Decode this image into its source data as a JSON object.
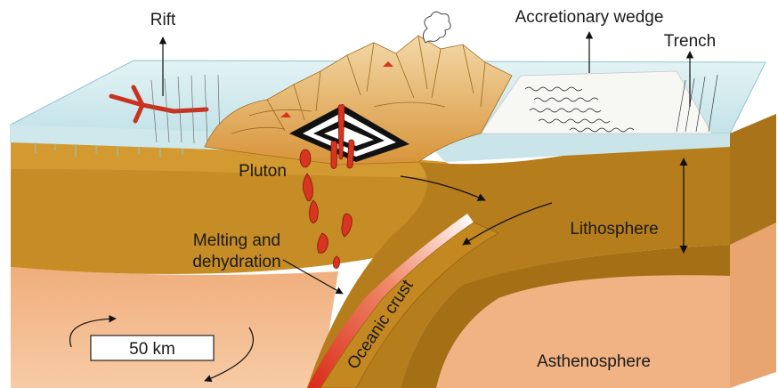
{
  "labels": {
    "rift": "Rift",
    "accretionary_wedge": "Accretionary wedge",
    "trench": "Trench",
    "pluton": "Pluton",
    "lithosphere": "Lithosphere",
    "melting_line1": "Melting and",
    "melting_line2": "dehydration",
    "oceanic_crust": "Oceanic crust",
    "asthenosphere": "Asthenosphere",
    "scale": "50 km"
  },
  "colors": {
    "sea": "#d4ecef",
    "sea_edge": "#9ccfd6",
    "lithosphere": "#c0861f",
    "lithosphere_dark": "#9a6a17",
    "asthenosphere": "#f3b989",
    "asthenosphere_deep": "#f6c59d",
    "mountains": "#e6a94b",
    "melt": "#d9341f",
    "slab_hot": "#e8412a"
  }
}
